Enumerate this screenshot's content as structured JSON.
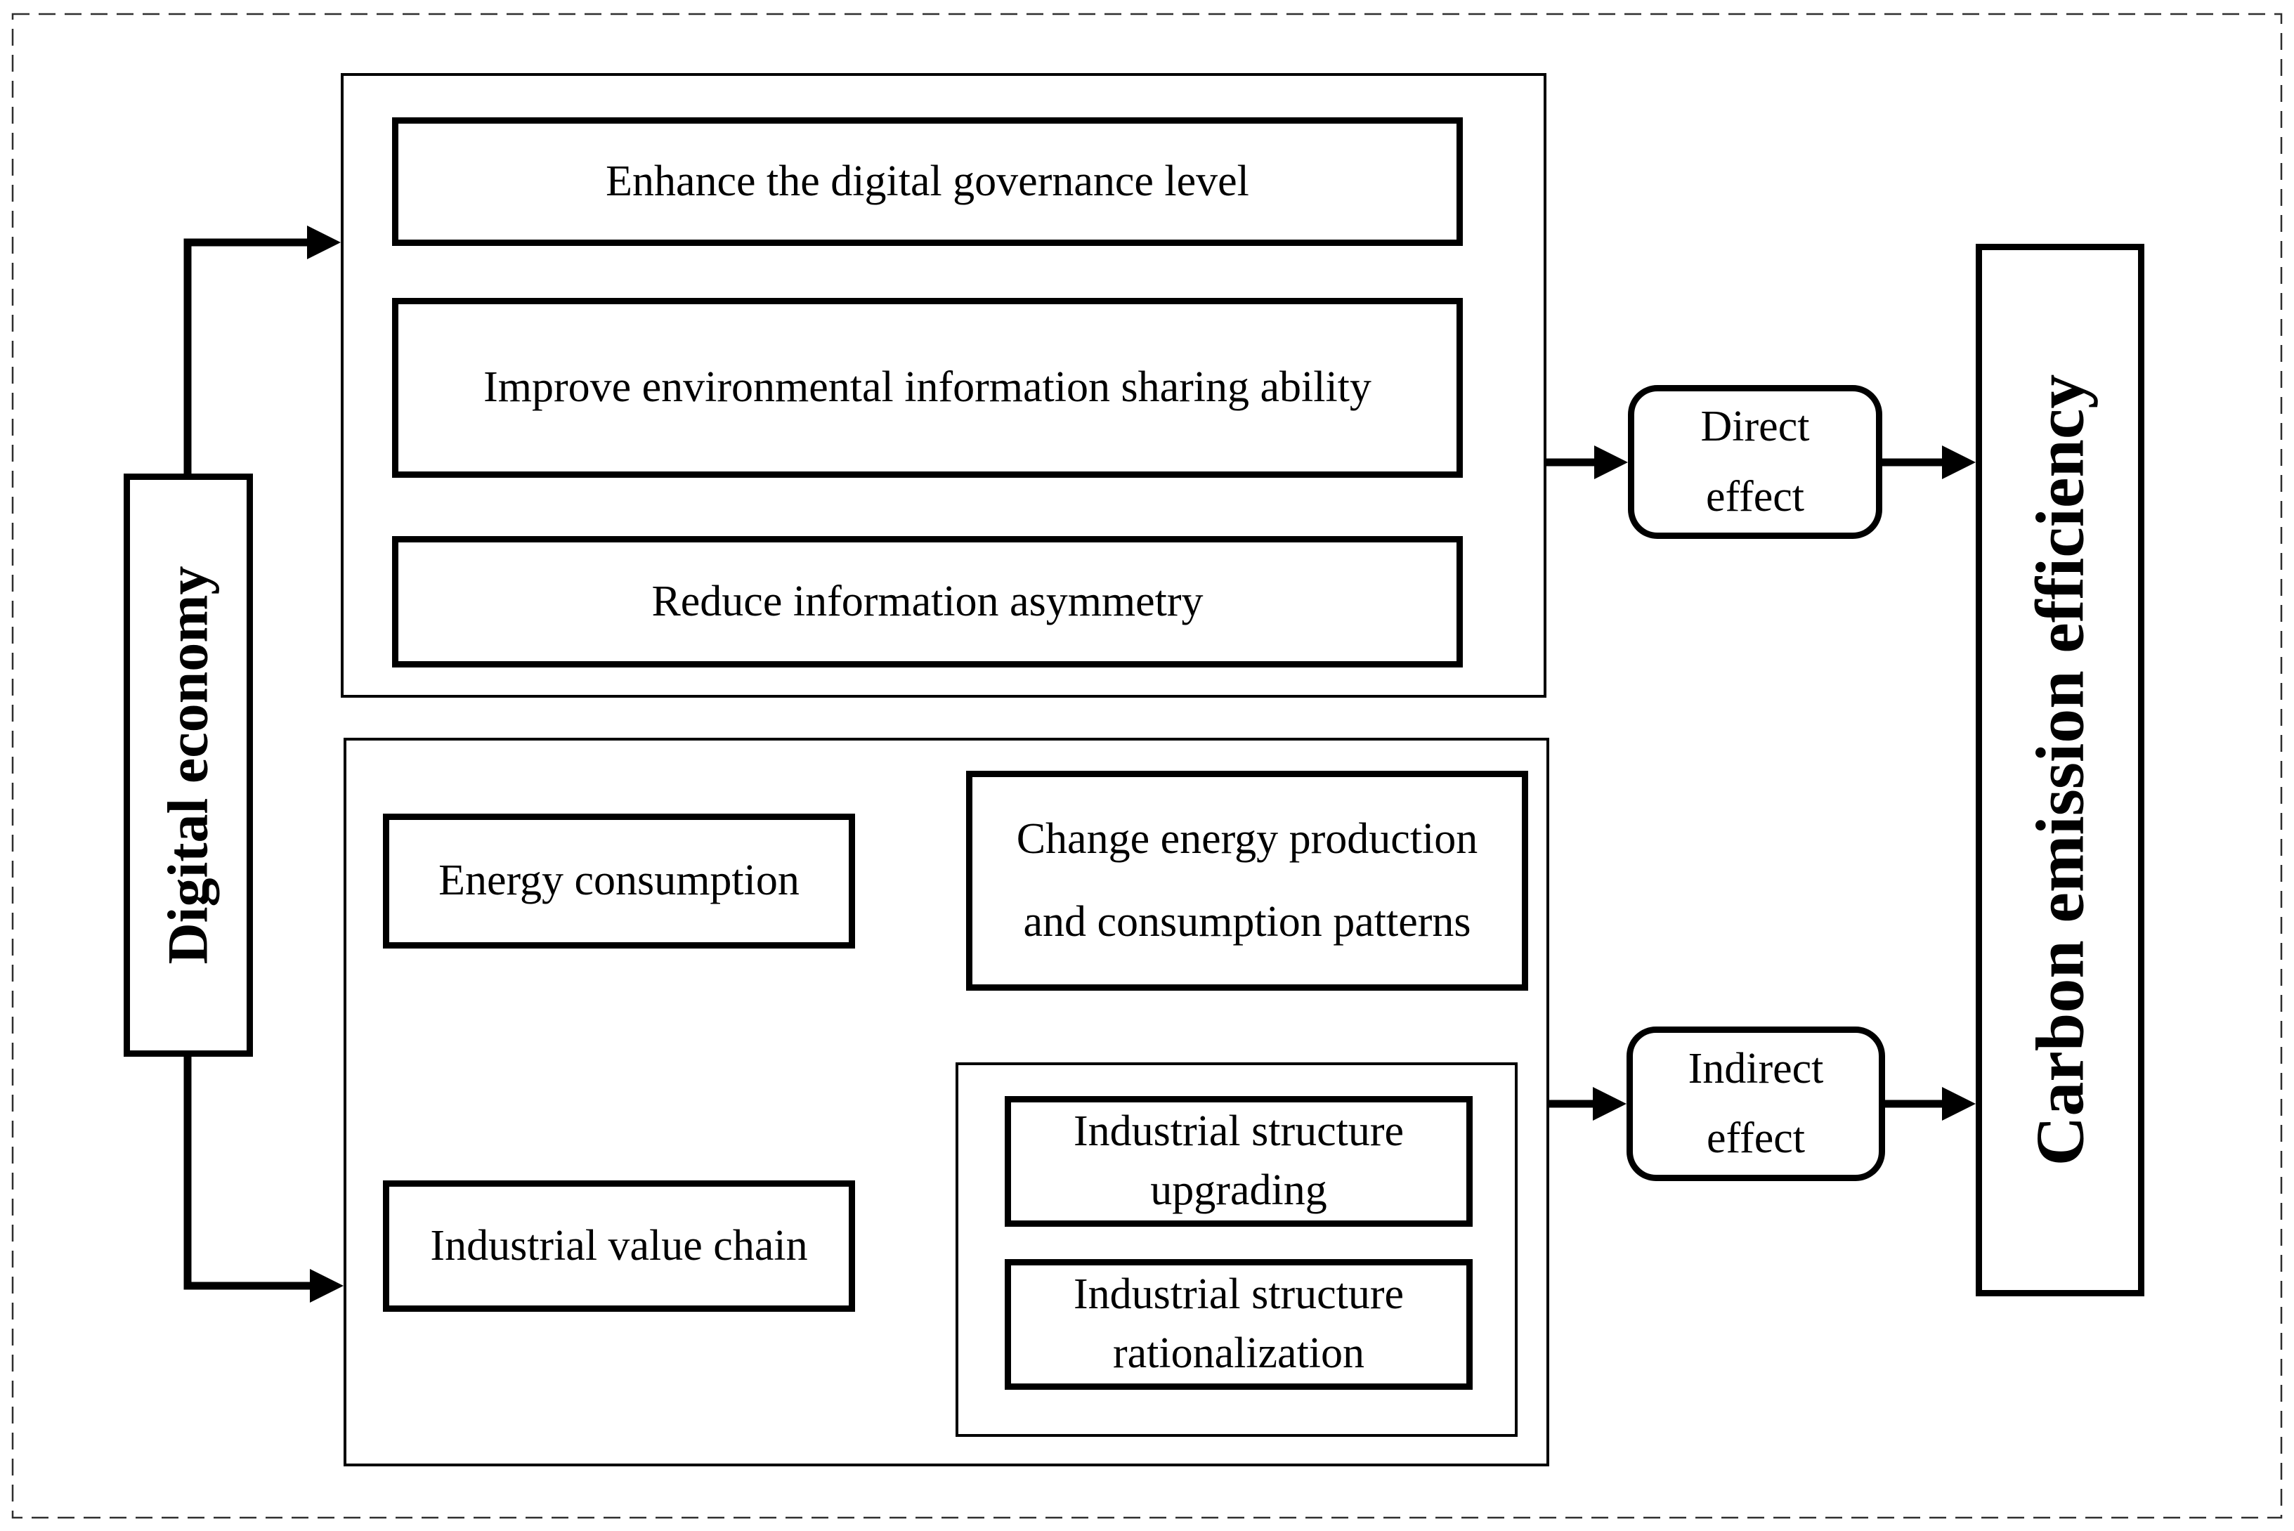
{
  "canvas": {
    "background": "#ffffff",
    "frame_color": "#2e2e2e",
    "line_color": "#000000"
  },
  "nodes": {
    "digital_economy": {
      "label": "Digital economy"
    },
    "carbon_emission_efficiency": {
      "label": "Carbon emission efficiency"
    },
    "direct_effect": {
      "label": "Direct\neffect"
    },
    "indirect_effect": {
      "label": "Indirect\neffect"
    },
    "mechanisms": [
      {
        "label": "Enhance the digital governance level"
      },
      {
        "label": "Improve environmental information sharing ability"
      },
      {
        "label": "Reduce information asymmetry"
      }
    ],
    "energy_consumption": {
      "label": "Energy consumption"
    },
    "change_energy_patterns": {
      "label": "Change energy production\nand consumption patterns"
    },
    "industrial_value_chain": {
      "label": "Industrial value chain"
    },
    "industrial_structure_upgrading": {
      "label": "Industrial structure\nupgrading"
    },
    "industrial_structure_rationalization": {
      "label": "Industrial structure\nrationalization"
    }
  }
}
